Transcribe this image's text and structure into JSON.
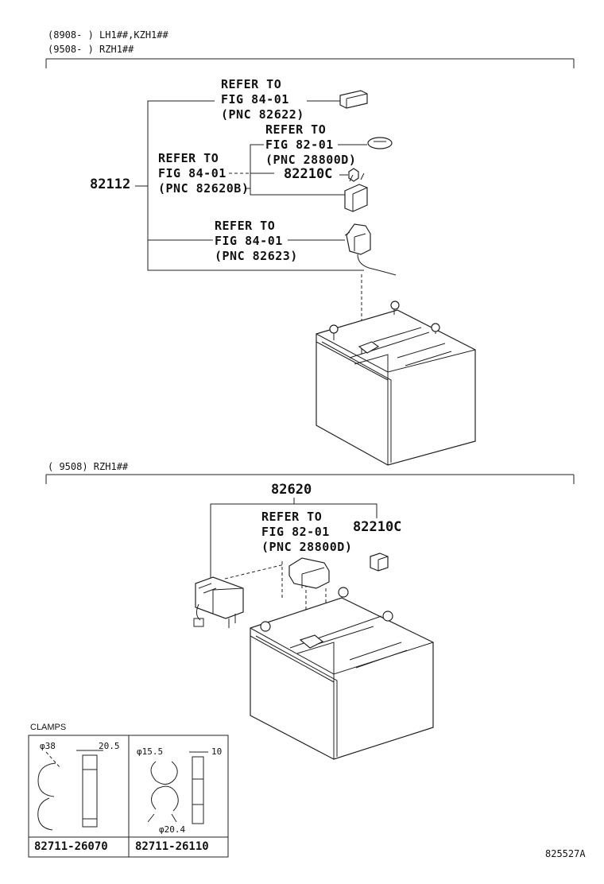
{
  "applicability": {
    "upper_line1": "(8908-      ) LH1##,KZH1##",
    "upper_line2": "(9508-      ) RZH1##",
    "lower_line": "(      9508)  RZH1##"
  },
  "upper": {
    "part_main": "82112",
    "ref_1": [
      "REFER TO",
      "FIG 84-01",
      "(PNC 82622)"
    ],
    "ref_2": [
      "REFER TO",
      "FIG 82-01",
      "(PNC 28800D)"
    ],
    "ref_3": [
      "REFER TO",
      "FIG 84-01",
      "(PNC 82620B)"
    ],
    "ref_4": [
      "REFER TO",
      "FIG 84-01",
      "(PNC 82623)"
    ],
    "part_bulb": "82210C"
  },
  "lower": {
    "part_main": "82620",
    "ref_1": [
      "REFER TO",
      "FIG 82-01",
      "(PNC 28800D)"
    ],
    "part_bulb": "82210C"
  },
  "clamps": {
    "title": "CLAMPS",
    "items": [
      {
        "part_no": "82711-26070",
        "dim_a": "φ38",
        "dim_b": "20.5"
      },
      {
        "part_no": "82711-26110",
        "dim_a": "φ15.5",
        "dim_b": "10",
        "dim_c": "φ20.4"
      }
    ]
  },
  "figure_code": "825527A",
  "icons": [
    "battery-icon",
    "connector-icon",
    "relay-icon",
    "bulb-icon",
    "fuse-block-icon",
    "clamp-icon"
  ]
}
